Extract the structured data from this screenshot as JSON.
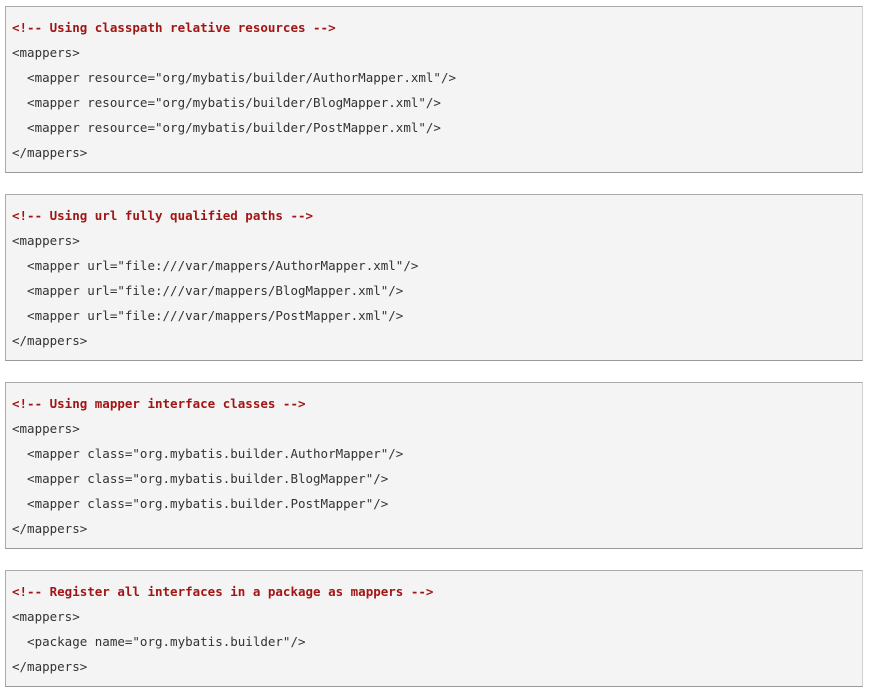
{
  "document": {
    "type": "xml-code-samples",
    "colors": {
      "page_background": "#ffffff",
      "block_background": "#f4f4f4",
      "block_border": "#aaaaaa",
      "comment_text": "#a31515",
      "code_text": "#333333"
    }
  },
  "blocks": [
    {
      "name": "classpath-relative-resources",
      "lines": [
        {
          "kind": "comment",
          "text": "<!-- Using classpath relative resources -->"
        },
        {
          "kind": "code",
          "text": "<mappers>"
        },
        {
          "kind": "code",
          "text": "  <mapper resource=\"org/mybatis/builder/AuthorMapper.xml\"/>"
        },
        {
          "kind": "code",
          "text": "  <mapper resource=\"org/mybatis/builder/BlogMapper.xml\"/>"
        },
        {
          "kind": "code",
          "text": "  <mapper resource=\"org/mybatis/builder/PostMapper.xml\"/>"
        },
        {
          "kind": "code",
          "text": "</mappers>"
        }
      ]
    },
    {
      "name": "url-fully-qualified-paths",
      "lines": [
        {
          "kind": "comment",
          "text": "<!-- Using url fully qualified paths -->"
        },
        {
          "kind": "code",
          "text": "<mappers>"
        },
        {
          "kind": "code",
          "text": "  <mapper url=\"file:///var/mappers/AuthorMapper.xml\"/>"
        },
        {
          "kind": "code",
          "text": "  <mapper url=\"file:///var/mappers/BlogMapper.xml\"/>"
        },
        {
          "kind": "code",
          "text": "  <mapper url=\"file:///var/mappers/PostMapper.xml\"/>"
        },
        {
          "kind": "code",
          "text": "</mappers>"
        }
      ]
    },
    {
      "name": "mapper-interface-classes",
      "lines": [
        {
          "kind": "comment",
          "text": "<!-- Using mapper interface classes -->"
        },
        {
          "kind": "code",
          "text": "<mappers>"
        },
        {
          "kind": "code",
          "text": "  <mapper class=\"org.mybatis.builder.AuthorMapper\"/>"
        },
        {
          "kind": "code",
          "text": "  <mapper class=\"org.mybatis.builder.BlogMapper\"/>"
        },
        {
          "kind": "code",
          "text": "  <mapper class=\"org.mybatis.builder.PostMapper\"/>"
        },
        {
          "kind": "code",
          "text": "</mappers>"
        }
      ]
    },
    {
      "name": "register-package-as-mappers",
      "lines": [
        {
          "kind": "comment",
          "text": "<!-- Register all interfaces in a package as mappers -->"
        },
        {
          "kind": "code",
          "text": "<mappers>"
        },
        {
          "kind": "code",
          "text": "  <package name=\"org.mybatis.builder\"/>"
        },
        {
          "kind": "code",
          "text": "</mappers>"
        }
      ]
    }
  ]
}
